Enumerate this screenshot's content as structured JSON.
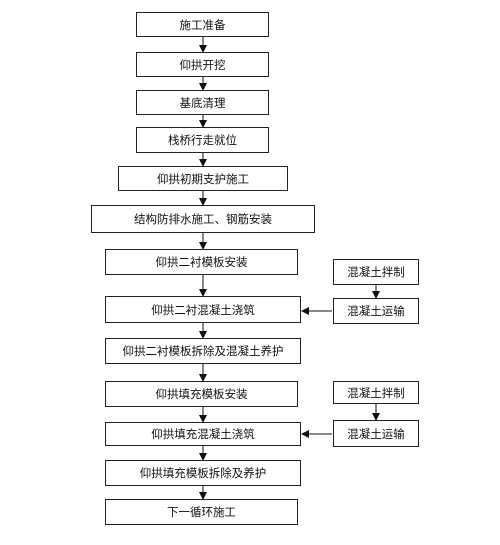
{
  "flowchart": {
    "main_steps": [
      "施工准备",
      "仰拱开挖",
      "基底清理",
      "栈桥行走就位",
      "仰拱初期支护施工",
      "结构防排水施工、钢筋安装",
      "仰拱二衬模板安装",
      "仰拱二衬混凝土浇筑",
      "仰拱二衬模板拆除及混凝土养护",
      "仰拱填充模板安装",
      "仰拱填充混凝土浇筑",
      "仰拱填充模板拆除及养护",
      "下一循环施工"
    ],
    "side_group_1": {
      "mix": "混凝土拌制",
      "transport": "混凝土运输"
    },
    "side_group_2": {
      "mix": "混凝土拌制",
      "transport": "混凝土运输"
    }
  }
}
